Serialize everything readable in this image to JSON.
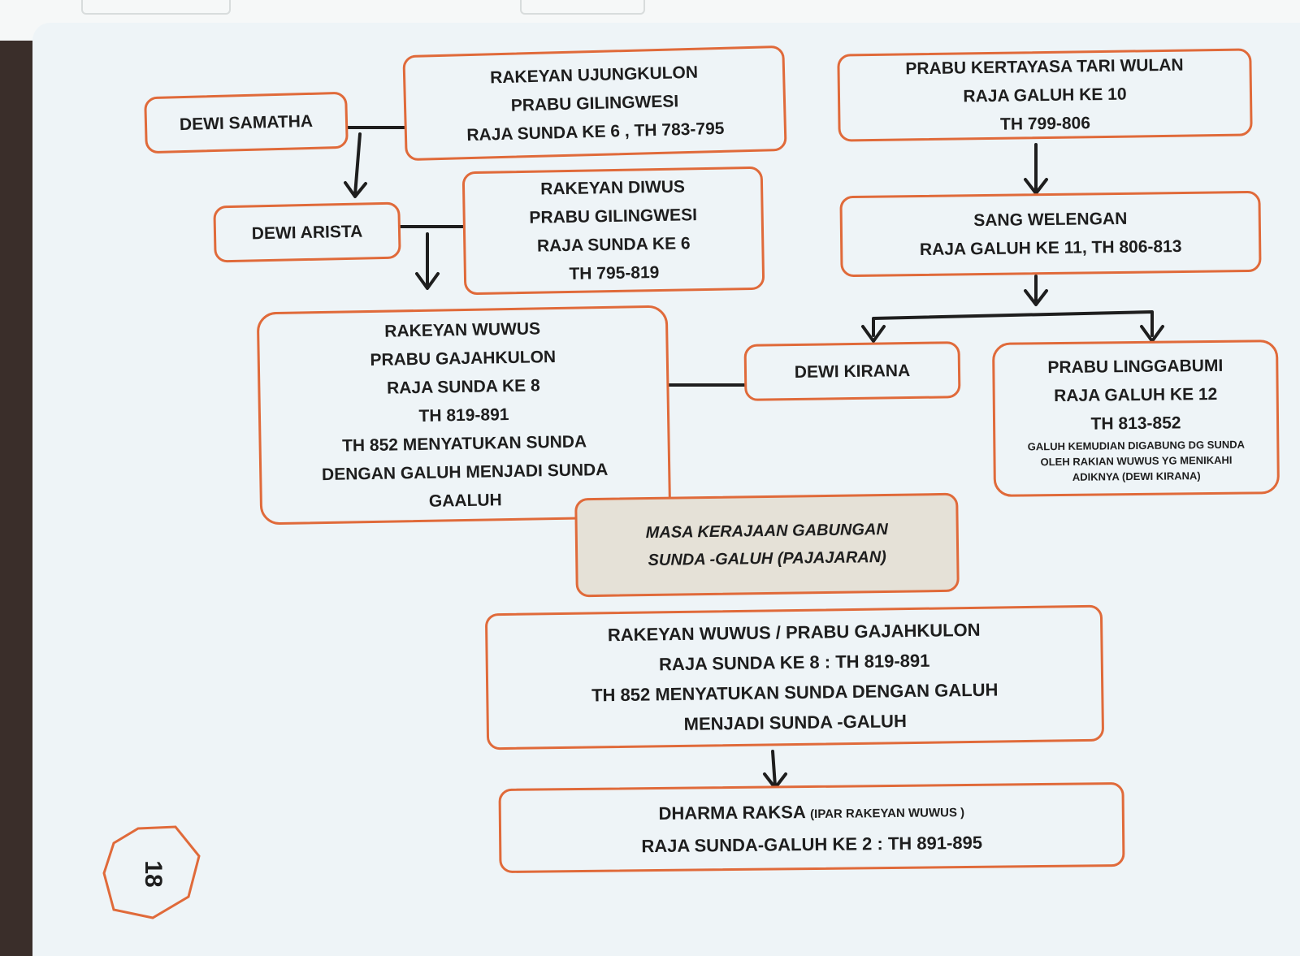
{
  "boxes": {
    "dewi_samatha": [
      "DEWI SAMATHA"
    ],
    "ujungkulon": [
      "RAKEYAN  UJUNGKULON",
      "PRABU GILINGWESI",
      "RAJA SUNDA KE 6 , TH 783-795"
    ],
    "kertayasa": [
      "PRABU KERTAYASA TARI WULAN",
      "RAJA GALUH KE 10",
      "TH 799-806"
    ],
    "dewi_arista": [
      "DEWI ARISTA"
    ],
    "diwus": [
      "RAKEYAN  DIWUS",
      "PRABU GILINGWESI",
      "RAJA SUNDA KE 6",
      "TH 795-819"
    ],
    "welengan": [
      "SANG WELENGAN",
      "RAJA GALUH KE 11, TH 806-813"
    ],
    "wuwus": [
      "RAKEYAN  WUWUS",
      "PRABU GAJAHKULON",
      "RAJA SUNDA KE 8",
      "TH 819-891",
      "TH 852 MENYATUKAN SUNDA",
      "DENGAN GALUH MENJADI SUNDA",
      "GAALUH"
    ],
    "dewi_kirana": [
      "DEWI KIRANA"
    ],
    "linggabumi": [
      "PRABU LINGGABUMI",
      "RAJA GALUH KE 12",
      "TH 813-852"
    ],
    "linggabumi_note": [
      "GALUH KEMUDIAN DIGABUNG DG SUNDA",
      "OLEH RAKIAN WUWUS YG MENIKAHI",
      "ADIKNYA (DEWI KIRANA)"
    ],
    "masa": [
      "MASA KERAJAAN GABUNGAN",
      "SUNDA -GALUH (PAJAJARAN)"
    ],
    "wuwus2": [
      "RAKEYAN  WUWUS / PRABU GAJAHKULON",
      "RAJA SUNDA KE 8 : TH 819-891",
      "TH 852 MENYATUKAN SUNDA DENGAN GALUH",
      "MENJADI SUNDA -GALUH"
    ],
    "dharma_name": "DHARMA RAKSA",
    "dharma_note": "(IPAR RAKEYAN  WUWUS )",
    "dharma_line2": "RAJA SUNDA-GALUH KE 2 : TH 891-895"
  },
  "page_number": "18",
  "colors": {
    "border": "#e06a3a",
    "paper": "#eef4f7",
    "shaded": "#e5e1d7",
    "line": "#1e1e1e"
  }
}
